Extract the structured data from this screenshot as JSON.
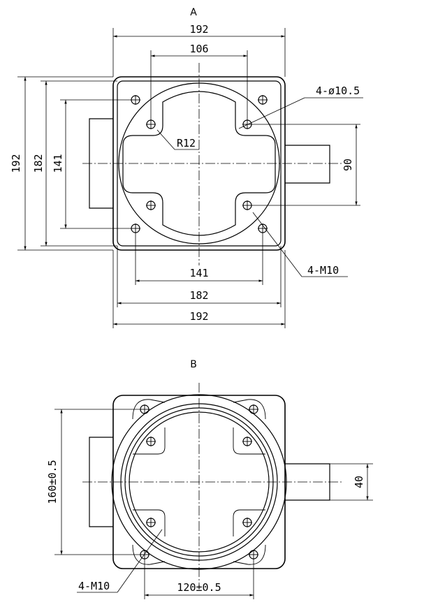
{
  "view_a": {
    "label": "A",
    "dims": {
      "top_outer": "192",
      "top_inner": "106",
      "left_outer": "192",
      "left_mid": "182",
      "left_inner": "141",
      "right_height": "90",
      "bottom_inner": "141",
      "bottom_mid": "182",
      "bottom_outer": "192"
    },
    "callouts": {
      "holes": "4-ø10.5",
      "radius": "R12",
      "threads": "4-M10"
    }
  },
  "view_b": {
    "label": "B",
    "dims": {
      "left_height": "160±0.5",
      "right_height": "40",
      "bottom_width": "120±0.5"
    },
    "callouts": {
      "threads": "4-M10"
    }
  }
}
